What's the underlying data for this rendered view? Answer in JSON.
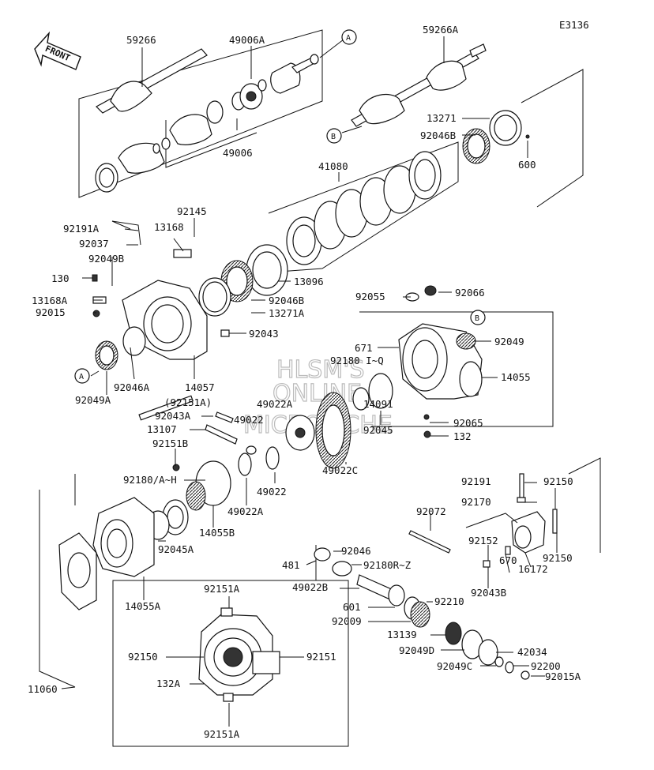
{
  "diagram_code": "E3136",
  "front_label": "FRONT",
  "watermark": [
    "HLSM'S",
    "ONLINE",
    "MICROFICHE"
  ],
  "callouts": {
    "a": "A",
    "b": "B"
  },
  "labels": {
    "p59266": "59266",
    "p49006A": "49006A",
    "p49006": "49006",
    "p59266A": "59266A",
    "p13271": "13271",
    "p92046B_top": "92046B",
    "p600": "600",
    "p41080": "41080",
    "p92145": "92145",
    "p92191A": "92191A",
    "p13168": "13168",
    "p92037": "92037",
    "p92049B": "92049B",
    "p130": "130",
    "p13168A": "13168A",
    "p92015": "92015",
    "p13096": "13096",
    "p92046B": "92046B",
    "p13271A": "13271A",
    "p92043": "92043",
    "p92055": "92055",
    "p92066": "92066",
    "p92049": "92049",
    "p671": "671",
    "p92180QQ": "92180 I~Q",
    "p14091": "14091",
    "p14055": "14055",
    "p92049A": "92049A",
    "p92046A": "92046A",
    "p14057": "14057",
    "p92151Ap": "(92151A)",
    "p92043A": "92043A",
    "p49022_a": "49022",
    "p49022A_top": "49022A",
    "p13107": "13107",
    "p92045": "92045",
    "p92065": "92065",
    "p132": "132",
    "p92151B": "92151B",
    "p49022C": "49022C",
    "p92180AH": "92180/A~H",
    "p49022_b": "49022",
    "p49022A": "49022A",
    "p14055B": "14055B",
    "p92045A": "92045A",
    "p92191": "92191",
    "p92150_top": "92150",
    "p92170": "92170",
    "p92072": "92072",
    "p92152": "92152",
    "p92150_mid": "92150",
    "p670": "670",
    "p16172": "16172",
    "p92043B": "92043B",
    "p481": "481",
    "p92046": "92046",
    "p92180RZ": "92180R~Z",
    "p49022B": "49022B",
    "p601": "601",
    "p92210": "92210",
    "p92009": "92009",
    "p13139": "13139",
    "p92049D": "92049D",
    "p42034": "42034",
    "p92049C": "92049C",
    "p92200": "92200",
    "p92015A": "92015A",
    "p11060": "11060",
    "p14055A": "14055A",
    "p92151A_top": "92151A",
    "p92150_box": "92150",
    "p92151": "92151",
    "p132A": "132A",
    "p92151A_bot": "92151A"
  }
}
